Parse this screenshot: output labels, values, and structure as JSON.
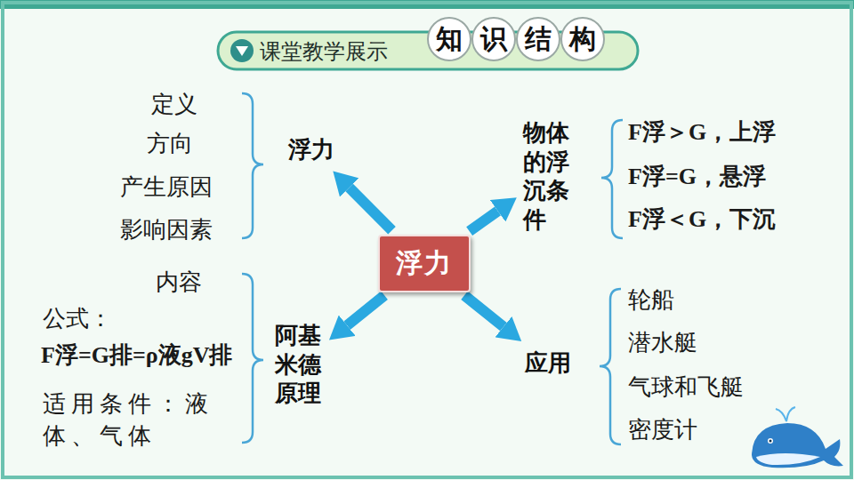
{
  "diagram": {
    "title": "知识结构",
    "nodes": [
      {
        "text": [
          "浮力"
        ]
      },
      {
        "text": [
          "浮力"
        ]
      },
      {
        "text": [
          "物体的浮沉条件"
        ]
      },
      {
        "text": [
          "阿基米德原理"
        ]
      },
      {
        "text": [
          "应用"
        ]
      }
    ],
    "edges": [
      {
        "from": 0,
        "to": 1,
        "arrow": "to"
      },
      {
        "from": 0,
        "to": 2,
        "arrow": "to"
      },
      {
        "from": 0,
        "to": 3,
        "arrow": "to"
      },
      {
        "from": 0,
        "to": 4,
        "arrow": "to"
      }
    ],
    "labels": [
      "课堂教学展示",
      "定义",
      "方向",
      "产生原因",
      "影响因素",
      "F浮＞G，上浮",
      "F浮=G，悬浮",
      "F浮＜G，下沉",
      "内容",
      "公式：",
      "F浮=G排=ρ液gV排",
      "适用条件：液体、气体",
      "轮船",
      "潜水艇",
      "气球和飞艇",
      "密度计"
    ]
  }
}
